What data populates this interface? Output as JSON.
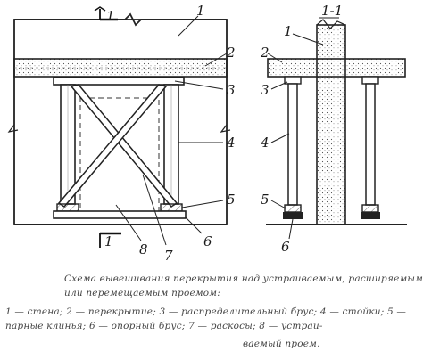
{
  "labels": {
    "wall": "1",
    "slab": "2",
    "beam": "3",
    "post": "4",
    "wedges": "5",
    "support": "6",
    "brace": "7",
    "opening": "8",
    "section_mark": "1"
  },
  "section_title": "1-1",
  "caption": {
    "title": "Схема вывешивания перекрытия над устраиваемым, расширяемым или перемещаемым проемом:",
    "legend": "1 — стена; 2 — перекрытие; 3 — распределительный брус; 4 — стойки; 5 — парные клинья; 6 — опорный брус; 7 — раскосы; 8 — устраи-",
    "legend_tail": "ваемый проем."
  }
}
